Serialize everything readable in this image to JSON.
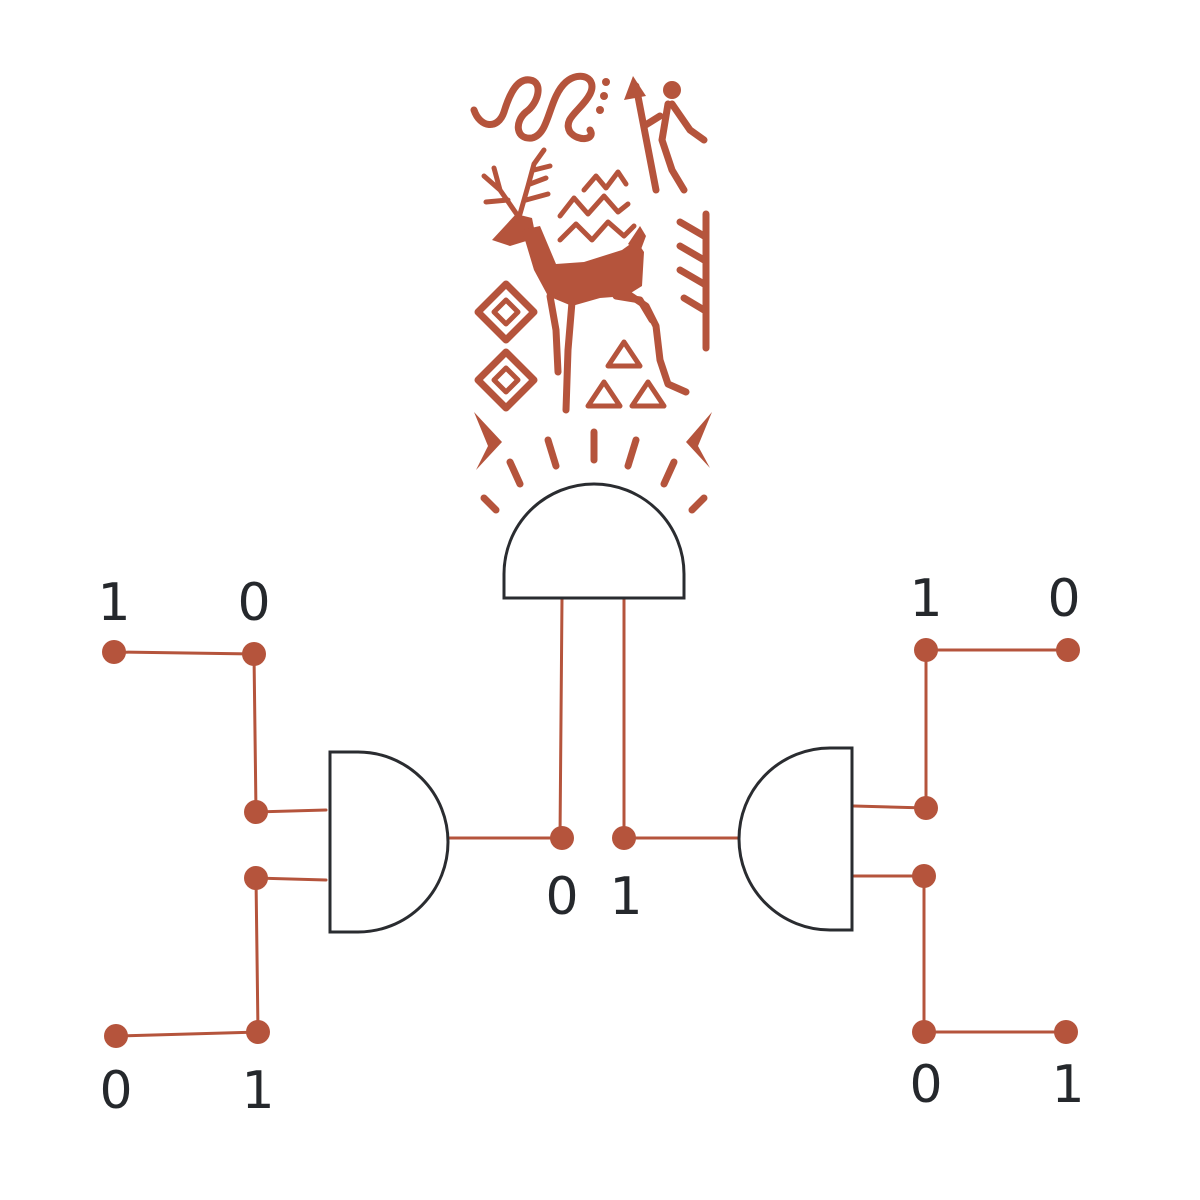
{
  "colors": {
    "wire": "#b5543c",
    "gate_outline": "#2a2c30",
    "label": "#25282c",
    "background": "#ffffff"
  },
  "bits": {
    "left_top_a": "1",
    "left_top_b": "0",
    "left_bottom_a": "0",
    "left_bottom_b": "1",
    "center_left": "0",
    "center_right": "1",
    "right_top_a": "1",
    "right_top_b": "0",
    "right_bottom_a": "0",
    "right_bottom_b": "1"
  },
  "illustration": {
    "motifs": [
      "spiral-snake",
      "dots",
      "figure-with-spear",
      "deer",
      "zigzag-lines",
      "concentric-diamonds",
      "triangles",
      "chevrons",
      "branch-lines",
      "radiating-rays"
    ]
  }
}
